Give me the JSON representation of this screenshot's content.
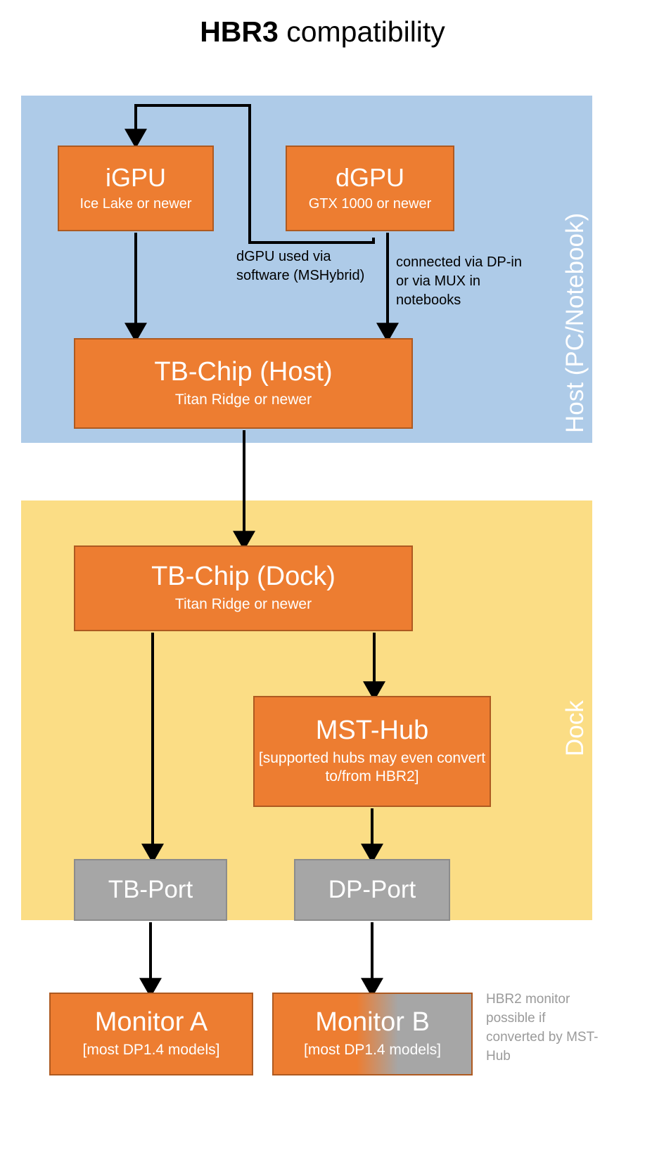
{
  "title": {
    "bold": "HBR3",
    "rest": " compatibility"
  },
  "zones": [
    {
      "id": "host",
      "label": "Host (PC/Notebook)",
      "color": "#aecbe8"
    },
    {
      "id": "dock",
      "label": "Dock",
      "color": "#fbdd85"
    }
  ],
  "boxes": {
    "igpu": {
      "title": "iGPU",
      "subtitle": "Ice Lake or newer",
      "fill": "#ed7d31"
    },
    "dgpu": {
      "title": "dGPU",
      "subtitle": "GTX 1000 or newer",
      "fill": "#ed7d31"
    },
    "tb_host": {
      "title": "TB-Chip (Host)",
      "subtitle": "Titan Ridge or newer",
      "fill": "#ed7d31"
    },
    "tb_dock": {
      "title": "TB-Chip (Dock)",
      "subtitle": "Titan Ridge or newer",
      "fill": "#ed7d31"
    },
    "mst_hub": {
      "title": "MST-Hub",
      "subtitle": "[supported hubs may even convert to/from HBR2]",
      "fill": "#ed7d31"
    },
    "tb_port": {
      "title": "TB-Port",
      "subtitle": "",
      "fill": "#a6a6a6"
    },
    "dp_port": {
      "title": "DP-Port",
      "subtitle": "",
      "fill": "#a6a6a6"
    },
    "monitor_a": {
      "title": "Monitor A",
      "subtitle": "[most DP1.4 models]",
      "fill": "#ed7d31"
    },
    "monitor_b": {
      "title": "Monitor B",
      "subtitle": "[most DP1.4 models]",
      "fill": "#ed7d31-#a6a6a6"
    }
  },
  "notes": {
    "mshybrid": "dGPU used via software (MSHybrid)",
    "dp_in": "connected via DP-in or via MUX in notebooks",
    "hbr2": "HBR2 monitor possible if converted by MST-Hub"
  },
  "colors": {
    "box_fill": "#ed7d31",
    "box_border": "#ae5a21",
    "gray_fill": "#a6a6a6",
    "gray_border": "#8c8c8c",
    "host_zone": "#aecbe8",
    "dock_zone": "#fbdd85",
    "arrow": "#000000",
    "note_gray": "#9a9a9a",
    "text_on_box": "#ffffff"
  }
}
